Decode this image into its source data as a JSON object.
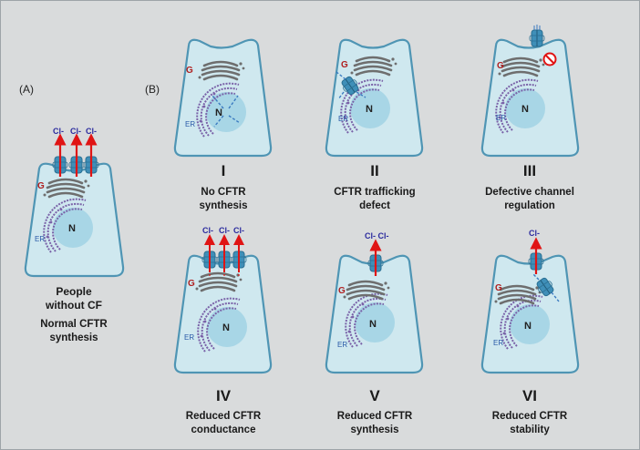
{
  "panels": {
    "a_label": "(A)",
    "b_label": "(B)"
  },
  "labels": {
    "golgi": "G",
    "er": "ER",
    "nucleus": "N",
    "chloride": "Cl-",
    "chloride_pair": "Cl- Cl-"
  },
  "cell_a": {
    "title_line1": "People",
    "title_line2": "without CF",
    "sub_line1": "Normal CFTR",
    "sub_line2": "synthesis"
  },
  "cells": [
    {
      "roman": "I",
      "line1": "No CFTR",
      "line2": "synthesis"
    },
    {
      "roman": "II",
      "line1": "CFTR trafficking",
      "line2": "defect"
    },
    {
      "roman": "III",
      "line1": "Defective channel",
      "line2": "regulation"
    },
    {
      "roman": "IV",
      "line1": "Reduced CFTR",
      "line2": "conductance"
    },
    {
      "roman": "V",
      "line1": "Reduced CFTR",
      "line2": "synthesis"
    },
    {
      "roman": "VI",
      "line1": "Reduced CFTR",
      "line2": "stability"
    }
  ],
  "colors": {
    "cell_fill": "#cfe8ef",
    "cell_stroke": "#4f95b4",
    "nucleus": "#a8d6e6",
    "golgi": "#6e6e6e",
    "er": "#7a62a8",
    "channel": "#3f8fb8",
    "arrow": "#e01414",
    "cl_text": "#2b2b9e",
    "g_text": "#b02020",
    "er_text": "#2a5aa8"
  }
}
